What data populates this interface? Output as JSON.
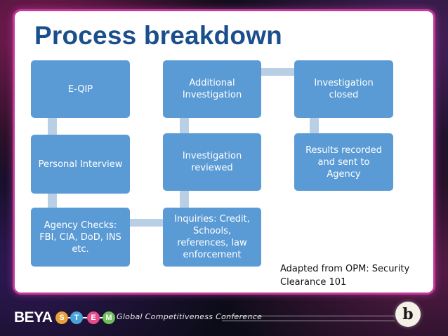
{
  "slide": {
    "title": "Process breakdown",
    "source_note": "Adapted from OPM: Security\nClearance 101"
  },
  "diagram": {
    "steps": [
      {
        "id": "e-qip",
        "label": "E-QIP"
      },
      {
        "id": "personal-interview",
        "label": "Personal Interview"
      },
      {
        "id": "agency-checks",
        "label": "Agency Checks:\nFBI, CIA, DoD, INS\netc."
      },
      {
        "id": "inquiries",
        "label": "Inquiries: Credit,\nSchools,\nreferences, law\nenforcement"
      },
      {
        "id": "investigation-reviewed",
        "label": "Investigation\nreviewed"
      },
      {
        "id": "additional-investigation",
        "label": "Additional\nInvestigation"
      },
      {
        "id": "investigation-closed",
        "label": "Investigation\nclosed"
      },
      {
        "id": "results-recorded",
        "label": "Results recorded\nand sent to Agency"
      }
    ],
    "box_color": "#5b9bd5",
    "connector_color": "#b9cfe6"
  },
  "footer": {
    "brand": "BEYA",
    "stem_letters": [
      "S",
      "T",
      "E",
      "M"
    ],
    "conference": "Global Competitiveness Conference",
    "logo_glyph": "b"
  },
  "colors": {
    "title": "#1a4f8b",
    "frame": "#c23a9a"
  }
}
